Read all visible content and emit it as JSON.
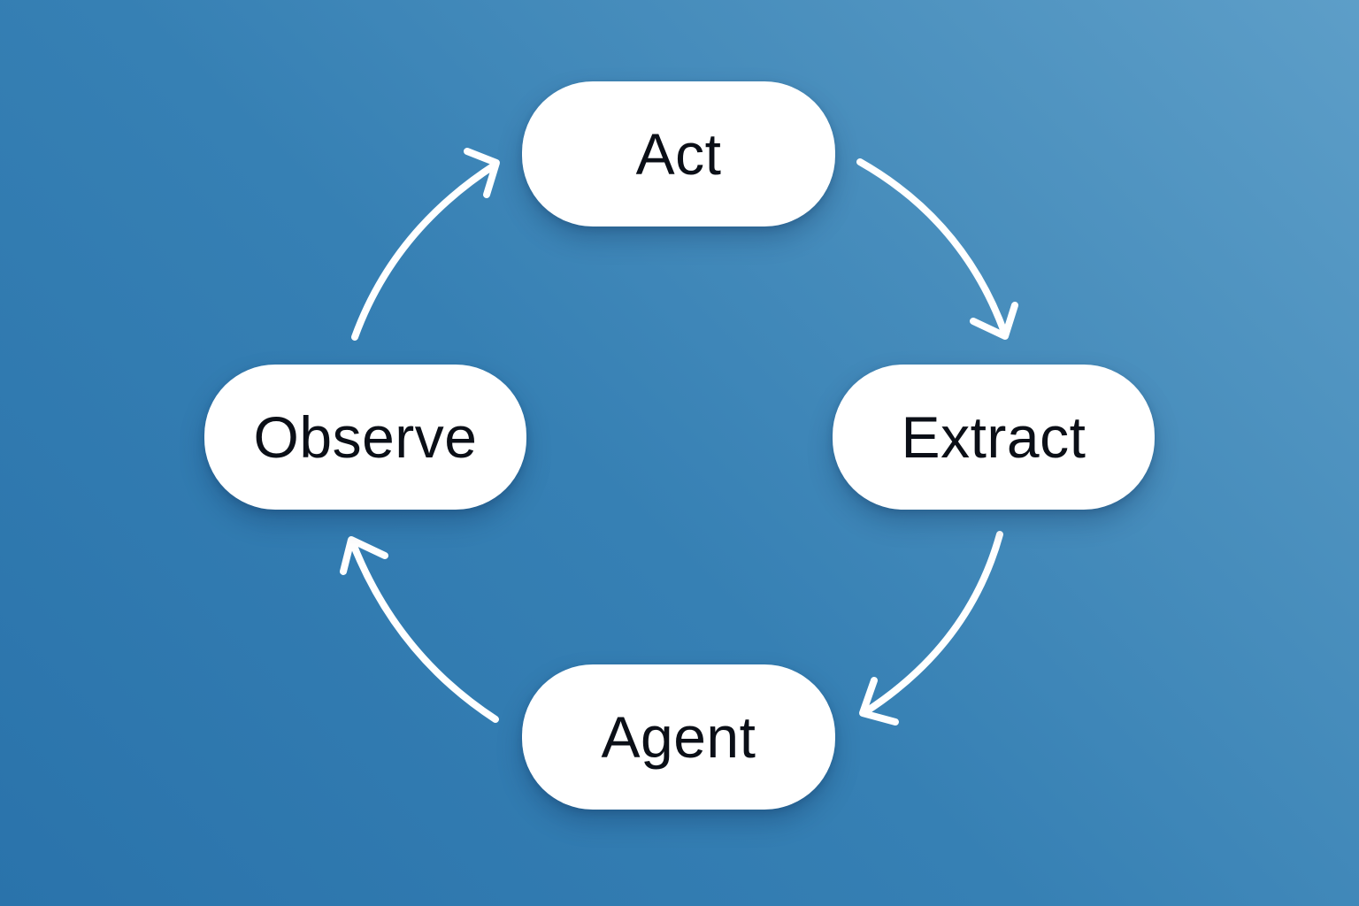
{
  "diagram": {
    "type": "cycle",
    "background": {
      "from": "#2a73ab",
      "to": "#5d9ec8"
    },
    "node_color": "#ffffff",
    "text_color": "#0b0f17",
    "arrow_color": "#ffffff",
    "nodes": {
      "act": {
        "label": "Act"
      },
      "extract": {
        "label": "Extract"
      },
      "agent": {
        "label": "Agent"
      },
      "observe": {
        "label": "Observe"
      }
    },
    "edges": [
      {
        "from": "act",
        "to": "extract"
      },
      {
        "from": "extract",
        "to": "agent"
      },
      {
        "from": "agent",
        "to": "observe"
      },
      {
        "from": "observe",
        "to": "act"
      }
    ]
  }
}
